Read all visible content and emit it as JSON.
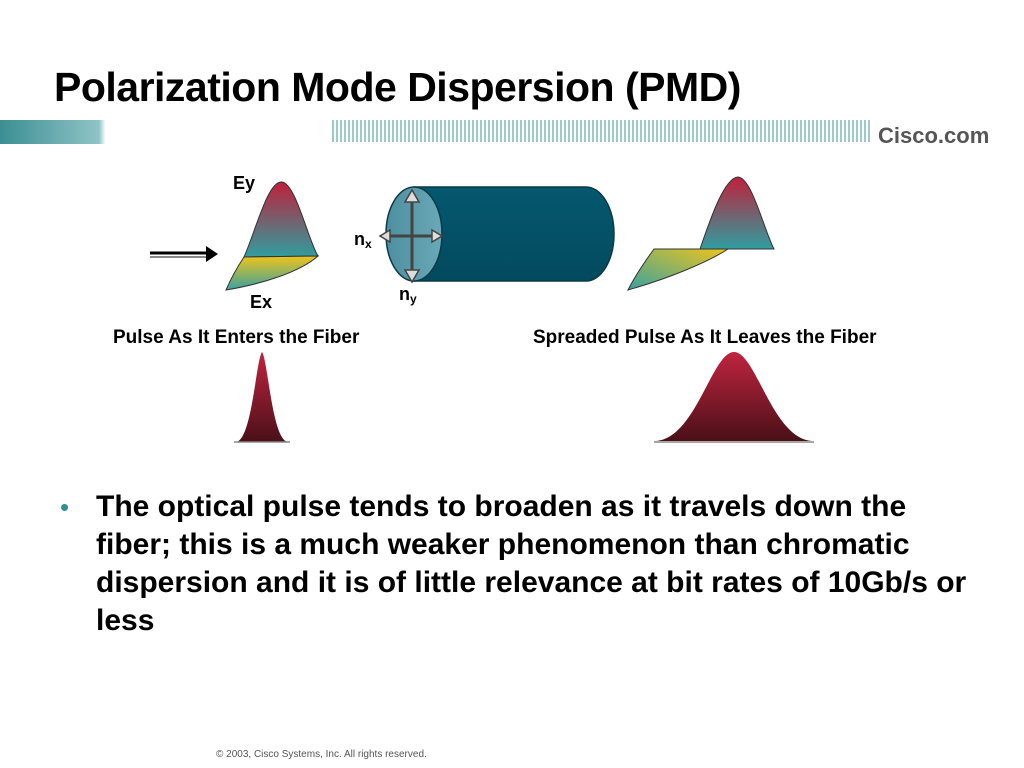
{
  "slide": {
    "title": "Polarization Mode Dispersion (PMD)",
    "logo": "Cisco.com",
    "footer": "© 2003, Cisco Systems, Inc. All rights reserved."
  },
  "diagram": {
    "label_ey": "Ey",
    "label_ex": "Ex",
    "label_nx_main": "n",
    "label_nx_sub": "x",
    "label_ny_main": "n",
    "label_ny_sub": "y",
    "caption_left": "Pulse As It Enters the Fiber",
    "caption_right": "Spreaded Pulse As It Leaves the Fiber"
  },
  "bullets": [
    "The optical pulse tends to broaden as it travels down the fiber; this is a much weaker phenomenon than chromatic dispersion and it is of little relevance at bit rates of 10Gb/s or less"
  ],
  "colors": {
    "teal": "#3a9a9e",
    "fiber": "#06536a",
    "pulse_red": "#b8233f",
    "pulse_dark": "#5a1522",
    "yellow": "#e8c21a"
  }
}
